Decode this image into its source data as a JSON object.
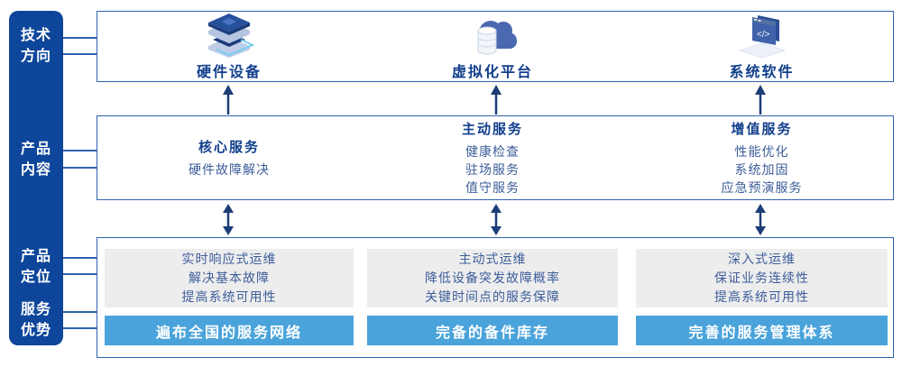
{
  "colors": {
    "sidebar_blue": "#0E469B",
    "border_blue": "#2F62AE",
    "header_text_blue": "#123F8C",
    "body_text_blue": "#3D5D99",
    "banner_blue": "#4AA3DA",
    "panel_gray": "#EDEDEE",
    "arrow_navy": "#1C3E77",
    "icon_cyan": "#79CDF0"
  },
  "sidebar": {
    "groups": [
      {
        "name": "tech-direction",
        "lines": [
          "技术",
          "方向"
        ]
      },
      {
        "name": "product-content",
        "lines": [
          "产品",
          "内容"
        ]
      },
      {
        "name": "product-positioning",
        "lines": [
          "产品",
          "定位"
        ]
      },
      {
        "name": "service-advantage",
        "lines": [
          "服务",
          "优势"
        ]
      }
    ]
  },
  "tech_direction_row": {
    "items": [
      {
        "icon": "server-stack-icon",
        "label": "硬件设备"
      },
      {
        "icon": "cloud-database-icon",
        "label": "虚拟化平台"
      },
      {
        "icon": "code-window-icon",
        "label": "系统软件"
      }
    ]
  },
  "product_content_row": {
    "columns": [
      {
        "title": "核心服务",
        "items": [
          "硬件故障解决"
        ]
      },
      {
        "title": "主动服务",
        "items": [
          "健康检查",
          "驻场服务",
          "值守服务"
        ]
      },
      {
        "title": "增值服务",
        "items": [
          "性能优化",
          "系统加固",
          "应急预演服务"
        ]
      }
    ]
  },
  "bottom_row": {
    "columns": [
      {
        "positioning": [
          "实时响应式运维",
          "解决基本故障",
          "提高系统可用性"
        ],
        "advantage": "遍布全国的服务网络"
      },
      {
        "positioning": [
          "主动式运维",
          "降低设备突发故障概率",
          "关键时间点的服务保障"
        ],
        "advantage": "完备的备件库存"
      },
      {
        "positioning": [
          "深入式运维",
          "保证业务连续性",
          "提高系统可用性"
        ],
        "advantage": "完善的服务管理体系"
      }
    ]
  }
}
